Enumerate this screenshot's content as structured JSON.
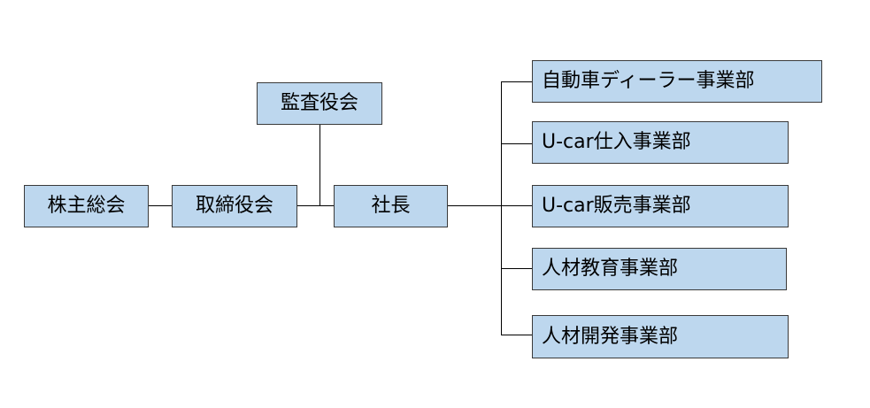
{
  "diagram": {
    "type": "org-chart",
    "colors": {
      "box_fill": "#bdd7ee",
      "box_border": "#3a3a3a",
      "line": "#000000",
      "text": "#000000"
    },
    "nodes": {
      "shareholders": "株主総会",
      "board": "取締役会",
      "auditors": "監査役会",
      "president": "社長",
      "dept_dealer": "自動車ディーラー事業部",
      "dept_ucar_purchase": "U-car仕入事業部",
      "dept_ucar_sales": "U-car販売事業部",
      "dept_hr_education": "人材教育事業部",
      "dept_hr_development": "人材開発事業部"
    },
    "edges": [
      [
        "shareholders",
        "board"
      ],
      [
        "board",
        "president"
      ],
      [
        "auditors",
        "president"
      ],
      [
        "president",
        "dept_dealer"
      ],
      [
        "president",
        "dept_ucar_purchase"
      ],
      [
        "president",
        "dept_ucar_sales"
      ],
      [
        "president",
        "dept_hr_education"
      ],
      [
        "president",
        "dept_hr_development"
      ]
    ]
  }
}
